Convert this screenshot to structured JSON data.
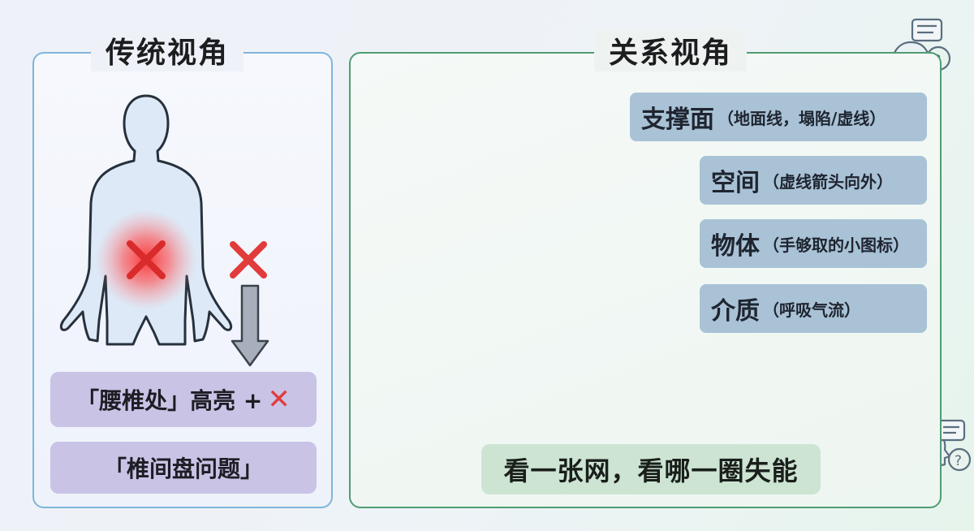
{
  "left": {
    "title": "传统视角",
    "highlight_label": "「腰椎处」高亮 +",
    "diagnosis_label": "「椎间盘问题」"
  },
  "right": {
    "title": "关系视角",
    "labels": [
      {
        "main": "支撑面",
        "sub": "（地面线，塌陷/虚线）"
      },
      {
        "main": "空间",
        "sub": "（虚线箭头向外）"
      },
      {
        "main": "物体",
        "sub": "（手够取的小图标）"
      },
      {
        "main": "介质",
        "sub": "（呼吸气流）"
      }
    ],
    "conclusion": "看一张网，看哪一圈失能"
  },
  "colors": {
    "left_border": "#7fb6d9",
    "right_border": "#4f9c72",
    "label_bg": "#a9c2d6",
    "purple_bg": "#c9c3e6",
    "conclusion_bg": "#cde4d3",
    "red_mark": "#e23b3b",
    "body_fill": "#dde9f7",
    "body_stroke": "#27313d"
  },
  "icons": [
    "body-silhouette",
    "red-x-icon",
    "down-arrow-icon",
    "hand-reach-icon",
    "cup-icon",
    "breath-airflow-icon",
    "talking-head-icon",
    "running-exit-icon"
  ]
}
